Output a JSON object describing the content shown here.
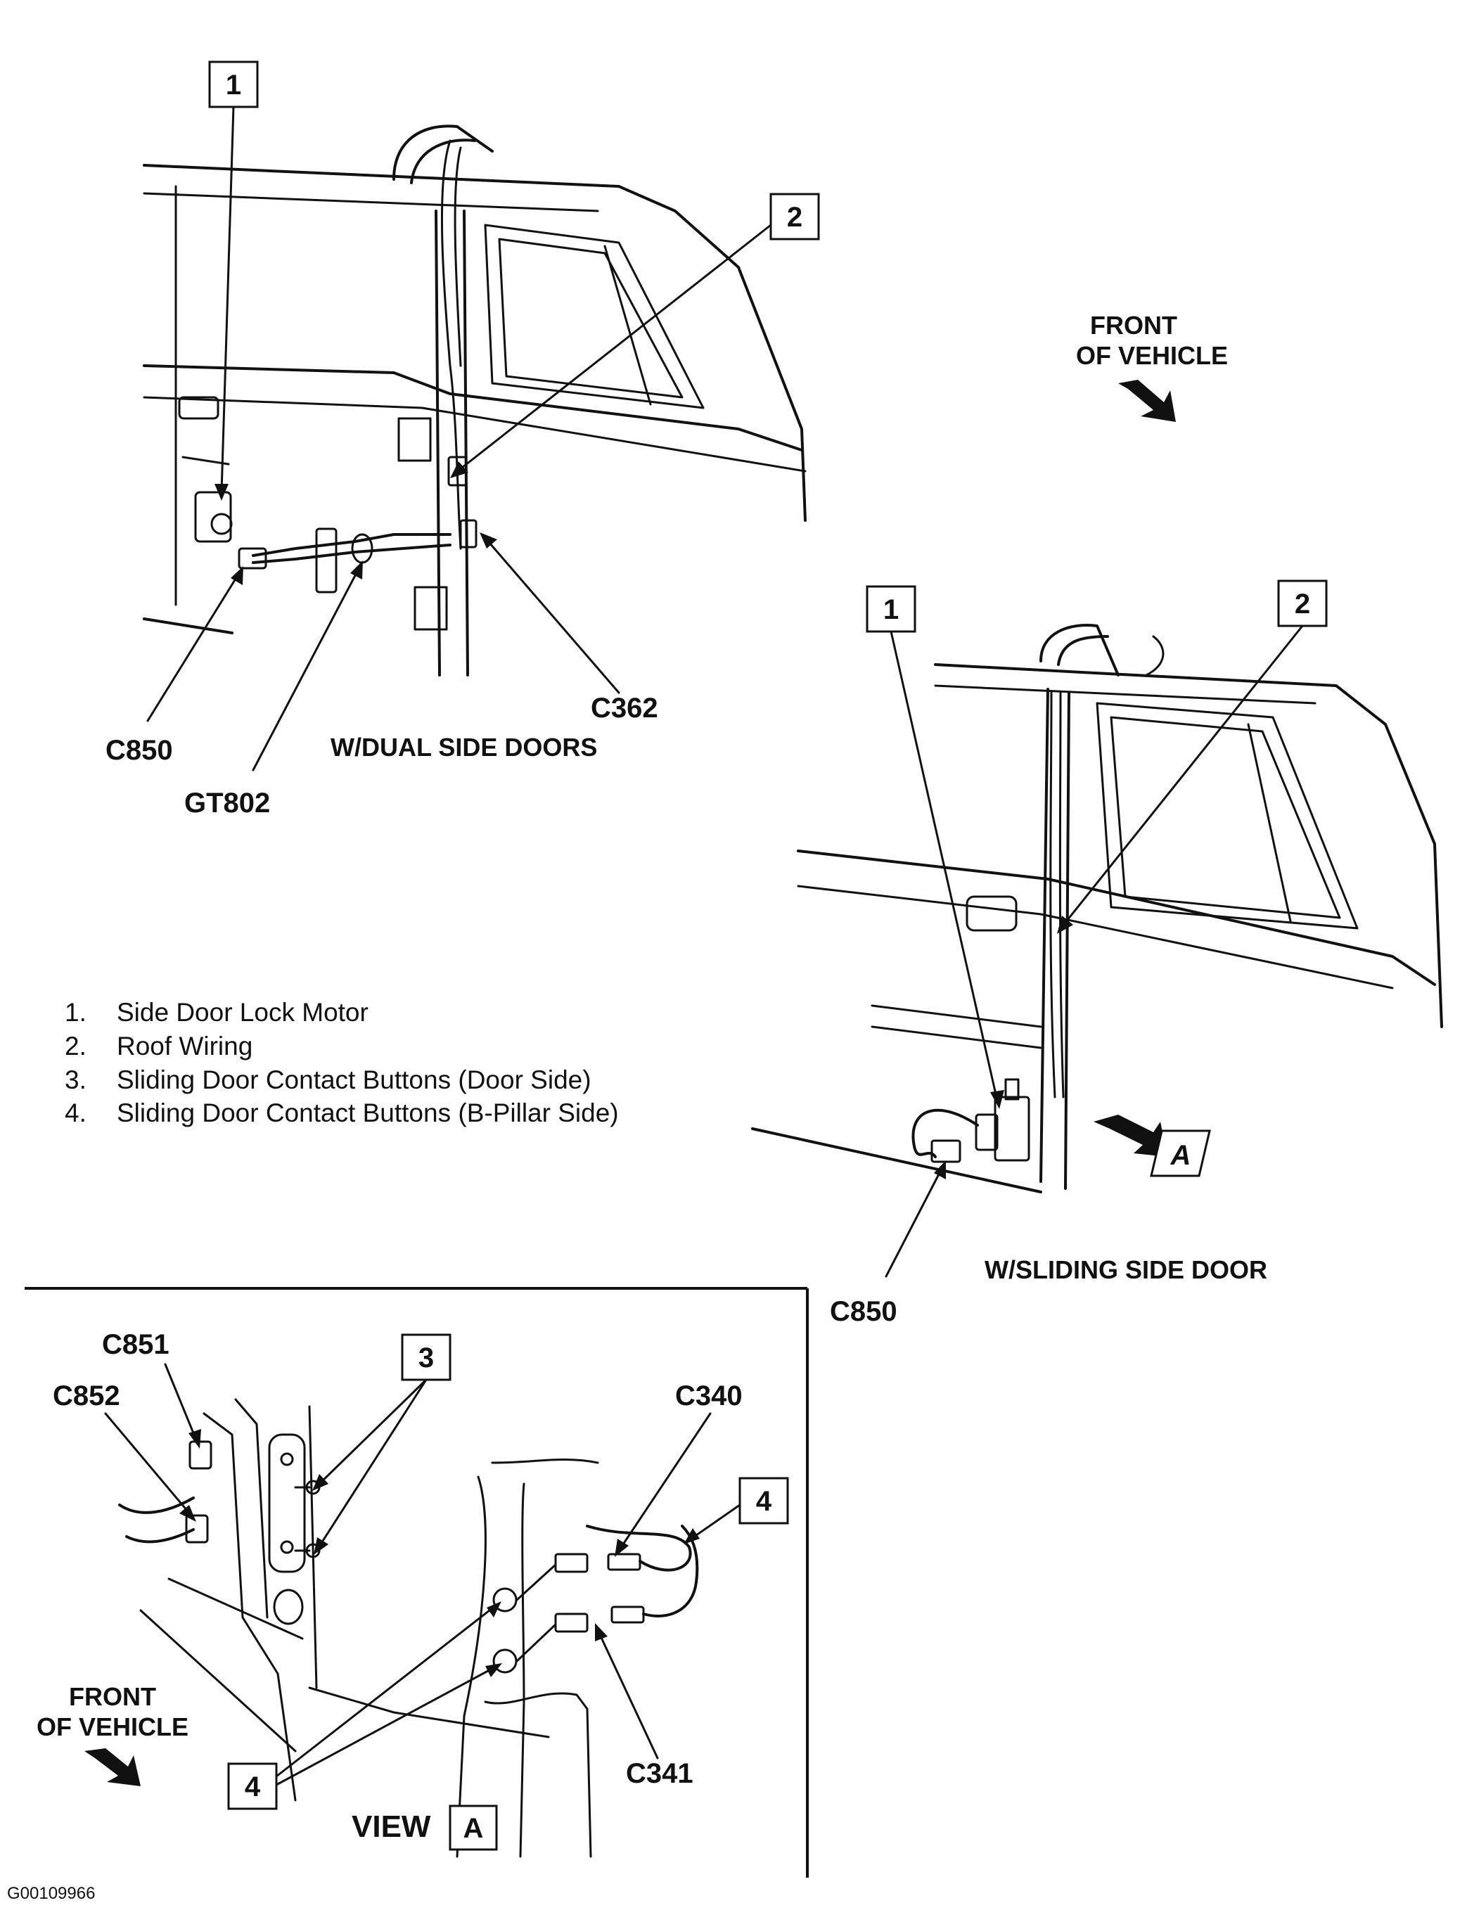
{
  "top_view": {
    "callout_1": "1",
    "callout_2": "2",
    "c850": "C850",
    "gt802": "GT802",
    "c362": "C362",
    "caption": "W/DUAL SIDE DOORS"
  },
  "front_of_vehicle_top": {
    "line1": "FRONT",
    "line2": "OF VEHICLE"
  },
  "right_view": {
    "callout_1": "1",
    "callout_2": "2",
    "callout_a": "A",
    "c850": "C850",
    "caption": "W/SLIDING SIDE DOOR"
  },
  "legend": {
    "items": [
      {
        "num": "1.",
        "text": "Side Door Lock Motor"
      },
      {
        "num": "2.",
        "text": "Roof Wiring"
      },
      {
        "num": "3.",
        "text": "Sliding Door Contact Buttons (Door Side)"
      },
      {
        "num": "4.",
        "text": "Sliding Door Contact Buttons (B-Pillar Side)"
      }
    ]
  },
  "view_a": {
    "c851": "C851",
    "c852": "C852",
    "callout_3": "3",
    "callout_4_right": "4",
    "callout_4_bottom": "4",
    "c340": "C340",
    "c341": "C341",
    "view_word": "VIEW",
    "view_letter": "A",
    "front_line1": "FRONT",
    "front_line2": "OF VEHICLE"
  },
  "figure_id": "G00109966"
}
